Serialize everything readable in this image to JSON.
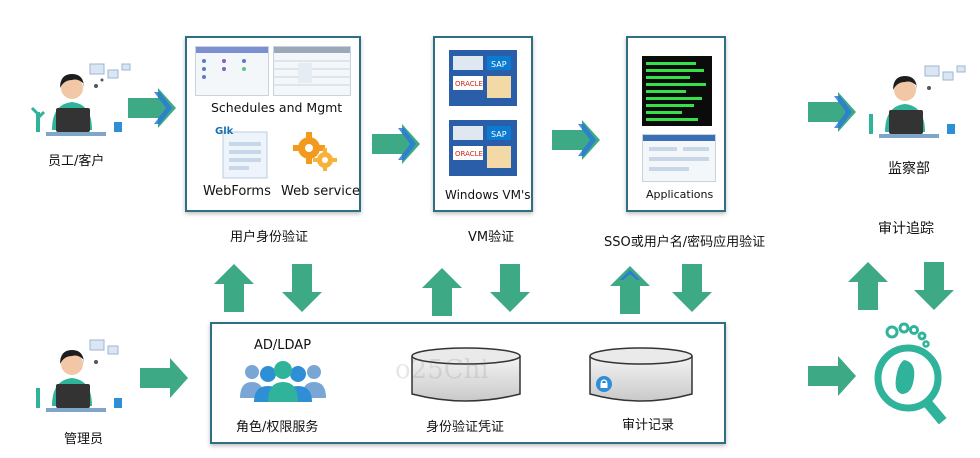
{
  "colors": {
    "arrow": "#3ea985",
    "arrow_chevron": "#2b7bd6",
    "panel_border": "#2f6f82",
    "teal": "#2fb39a"
  },
  "actors": {
    "employee": "员工/客户",
    "admin": "管理员",
    "monitor": "监察部"
  },
  "panel1": {
    "schedules": "Schedules and Mgmt",
    "webforms": "WebForms",
    "webservice": "Web service",
    "caption": "用户身份验证"
  },
  "panel2": {
    "windows": "Windows VM's",
    "caption": "VM验证"
  },
  "panel3": {
    "applications": "Applications",
    "caption": "SSO或用户名/密码应用验证"
  },
  "audit_trace": "审计追踪",
  "bottom": {
    "adldap": "AD/LDAP",
    "roles": "角色/权限服务",
    "credentials": "身份验证凭证",
    "audit_log": "审计记录"
  },
  "watermark": "o25Chi",
  "icons": [
    "person-at-laptop-icon",
    "users-group-icon",
    "lock-icon",
    "footprint-magnifier-icon",
    "gear-icon",
    "database-cylinder-icon"
  ]
}
